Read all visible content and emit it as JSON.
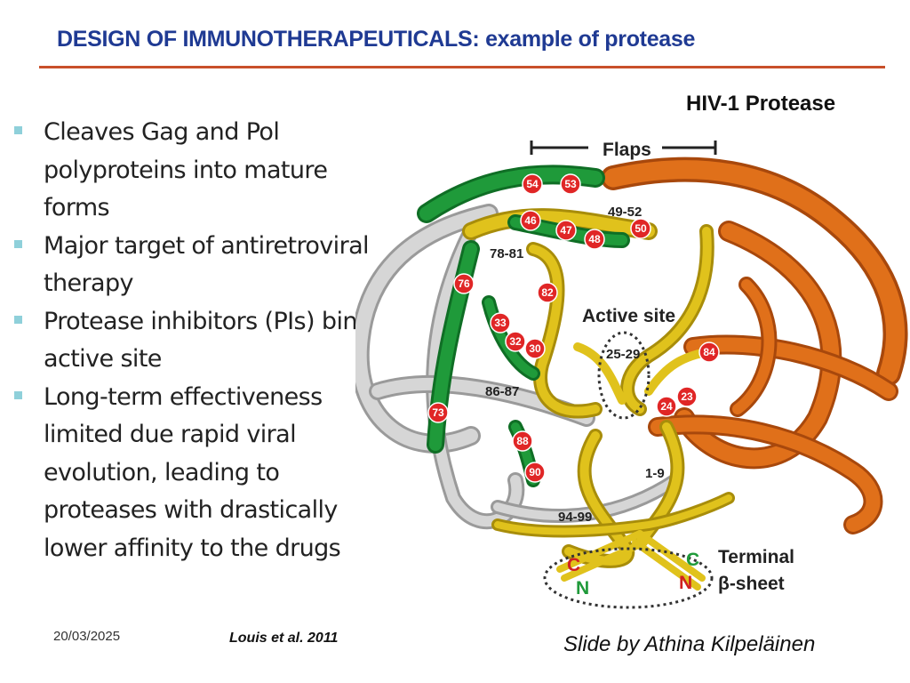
{
  "slide": {
    "title": "DESIGN OF IMMUNOTHERAPEUTICALS: example of protease",
    "panel_label": "HIV-1 Protease",
    "bullets": [
      "Cleaves Gag and Pol polyproteins into mature forms",
      "Major target of antiretroviral therapy",
      "Protease inhibitors (PIs) bind active site",
      "Long-term effectiveness limited due rapid viral evolution, leading to proteases with drastically lower affinity to the drugs"
    ],
    "footer": {
      "date": "20/03/2025",
      "reference": "Louis et al. 2011",
      "credit": "Slide by Athina Kilpeläinen"
    }
  },
  "figure": {
    "flaps_label": "Flaps",
    "active_site_label": "Active site",
    "terminal_label_line1": "Terminal",
    "terminal_label_line2": "β-sheet",
    "region_labels": [
      "49-52",
      "78-81",
      "25-29",
      "86-87",
      "1-9",
      "94-99"
    ],
    "terminus_labels": {
      "c_left": "C",
      "n_left": "N",
      "c_right": "C",
      "n_right": "N"
    },
    "residues": [
      "54",
      "53",
      "46",
      "47",
      "48",
      "50",
      "76",
      "82",
      "33",
      "32",
      "30",
      "84",
      "73",
      "24",
      "23",
      "88",
      "90"
    ],
    "colors": {
      "orange_chain": "#e0701a",
      "yellow_chain": "#e0c21c",
      "green_chain": "#1f9a3a",
      "grey_chain": "#c8c8c8",
      "residue_marker": "#e02626",
      "title": "#1f3a93",
      "rule": "#c8502a",
      "bullet": "#8fd0da"
    }
  }
}
